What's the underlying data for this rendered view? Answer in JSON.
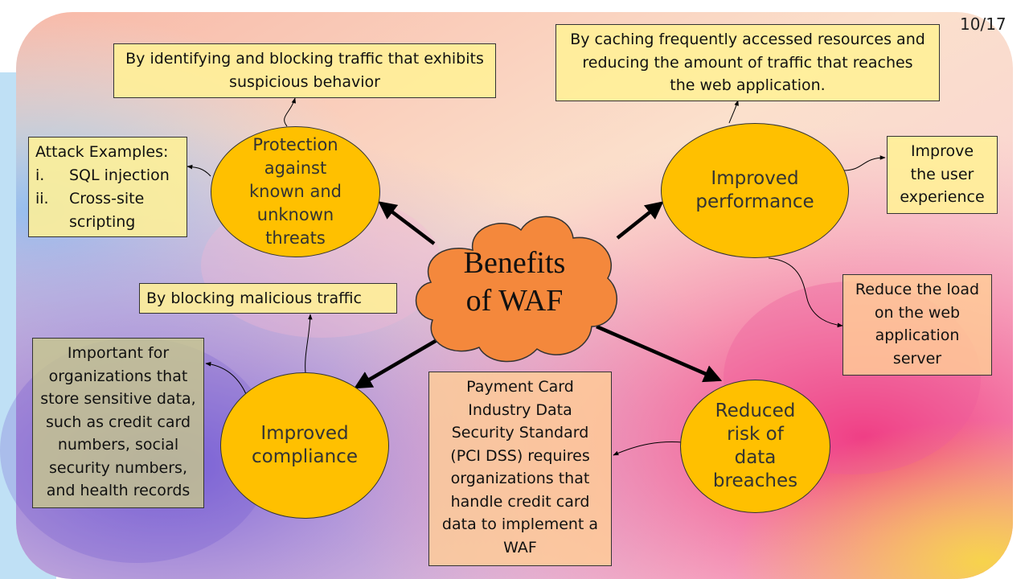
{
  "page_number": "10/17",
  "colors": {
    "ellipse_fill": "#ffc000",
    "cloud_fill": "#f4883c",
    "yellow_box": "#fff09a",
    "peach_box": "#ffcd96",
    "green_box": "#c8c88c"
  },
  "center": {
    "lines": [
      "Benefits",
      "of WAF"
    ]
  },
  "nodes": {
    "protection": {
      "lines": [
        "Protection",
        "against",
        "known and",
        "unknown",
        "threats"
      ]
    },
    "performance": {
      "lines": [
        "Improved",
        "performance"
      ]
    },
    "compliance": {
      "lines": [
        "Improved",
        "compliance"
      ]
    },
    "breaches": {
      "lines": [
        "Reduced",
        "risk of",
        "data",
        "breaches"
      ]
    }
  },
  "boxes": {
    "identifying": {
      "lines": [
        "By identifying and blocking traffic that exhibits",
        "suspicious behavior"
      ]
    },
    "attack_examples": {
      "title": "Attack Examples:",
      "items": [
        {
          "num": "i.",
          "lines": [
            "SQL injection"
          ]
        },
        {
          "num": "ii.",
          "lines": [
            "Cross-site",
            "scripting"
          ]
        }
      ]
    },
    "caching": {
      "lines": [
        "By caching frequently accessed resources and",
        "reducing the amount of traffic that reaches",
        "the web application."
      ]
    },
    "user_experience": {
      "lines": [
        "Improve",
        "the user",
        "experience"
      ]
    },
    "reduce_load": {
      "lines": [
        "Reduce the load",
        "on the web",
        "application",
        "server"
      ]
    },
    "blocking": {
      "lines": [
        "By blocking malicious traffic"
      ]
    },
    "important": {
      "lines": [
        "Important for",
        "organizations that",
        "store sensitive data,",
        "such as credit card",
        "numbers, social",
        "security numbers,",
        "and health records"
      ]
    },
    "pci": {
      "lines": [
        "Payment Card",
        "Industry Data",
        "Security Standard",
        "(PCI DSS) requires",
        "organizations that",
        "handle credit card",
        "data to implement a",
        "WAF"
      ]
    }
  }
}
